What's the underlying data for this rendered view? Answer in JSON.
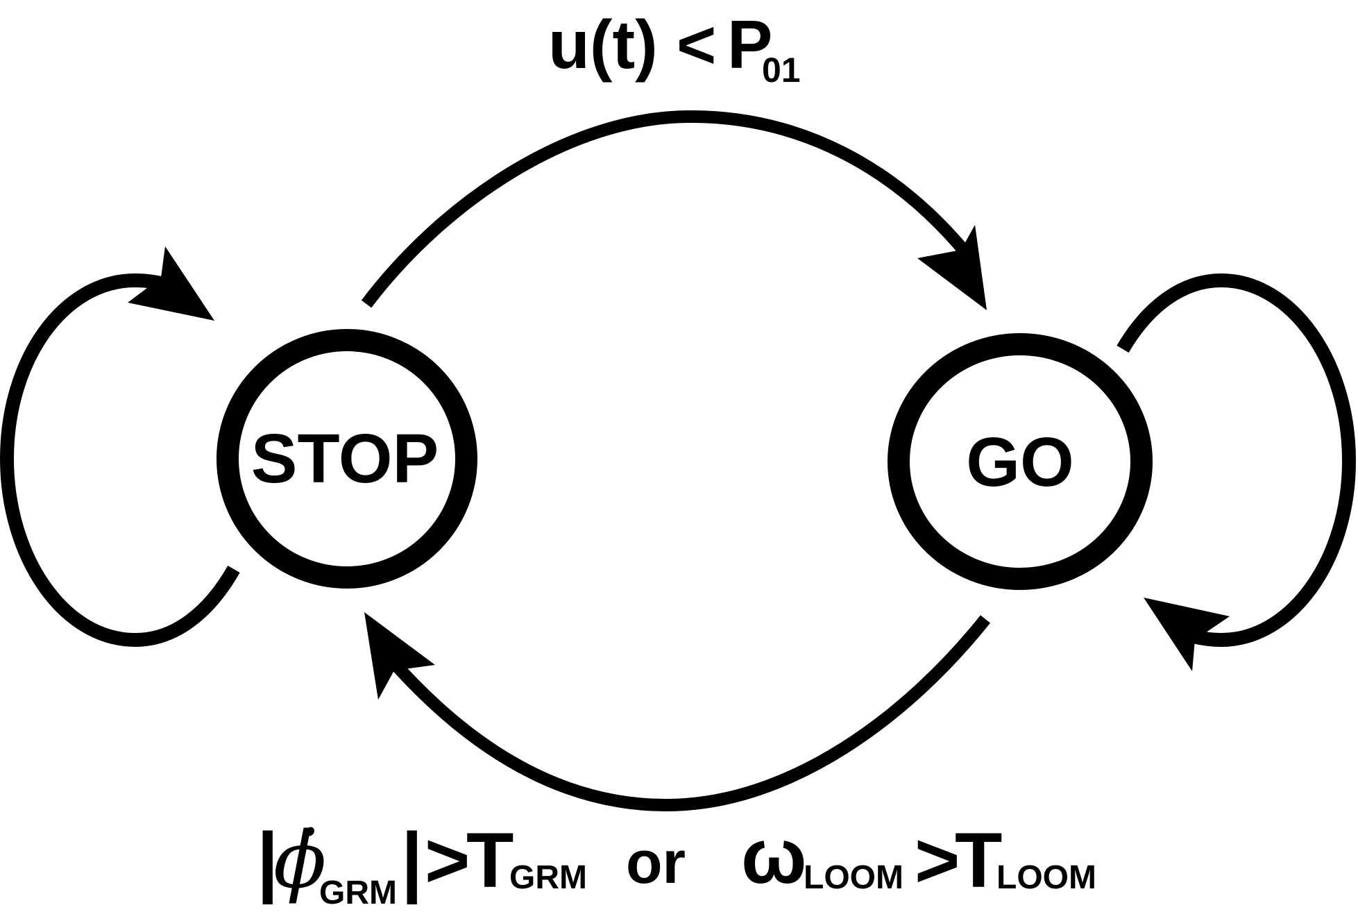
{
  "diagram": {
    "colors": {
      "stroke": "#000000",
      "background": "#ffffff"
    },
    "states": {
      "stop": {
        "label": "STOP"
      },
      "go": {
        "label": "GO"
      }
    },
    "transitions": {
      "stop_to_go": {
        "guard_expr": "u(t) <",
        "guard_symbol": "P",
        "guard_subscript": "01"
      },
      "go_to_stop": {
        "abs_bar": "|",
        "phi_symbol": "ϕ̇",
        "phi_subscript": "GRM",
        "gt": ">",
        "T_symbol": "T",
        "T_subscript_grm": "GRM",
        "or": "or",
        "omega_symbol": "ω",
        "omega_subscript": "LOOM",
        "T_subscript_loom": "LOOM"
      }
    }
  }
}
